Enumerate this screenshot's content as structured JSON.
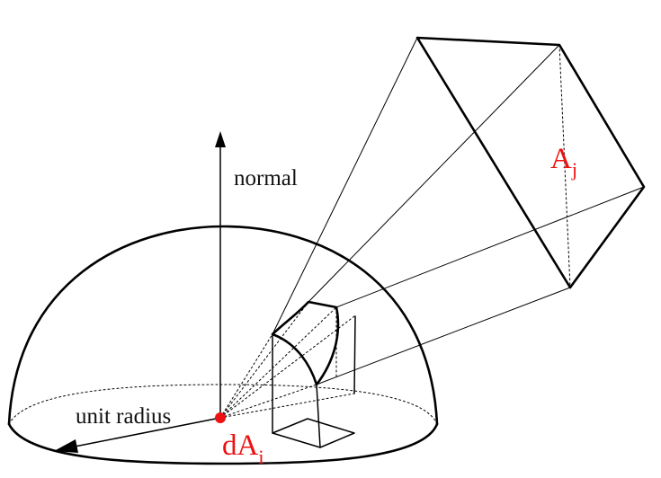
{
  "labels": {
    "normal": "normal",
    "unit_radius": "unit radius",
    "patch_main": "A",
    "patch_sub": "j",
    "element_main": "dA",
    "element_sub": "i"
  },
  "colors": {
    "lines": "#000000",
    "highlight": "#ee1111"
  }
}
